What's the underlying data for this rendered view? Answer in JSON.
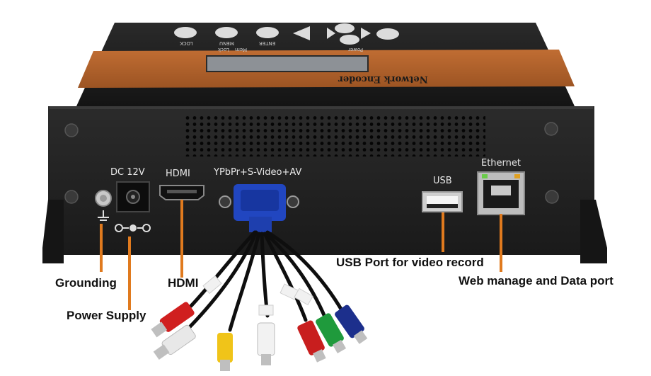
{
  "device": {
    "brand_text": "Network Encoder",
    "top_buttons": [
      "LOCK",
      "MENU",
      "ENTER"
    ],
    "top_small_labels": [
      "Mem",
      "Lock",
      "Power"
    ],
    "ports": {
      "dc": "DC 12V",
      "hdmi": "HDMI",
      "component": "YPbPr+S-Video+AV",
      "usb": "USB",
      "ethernet": "Ethernet"
    }
  },
  "callouts": {
    "grounding": "Grounding",
    "power_supply": "Power Supply",
    "hdmi": "HDMI",
    "usb": "USB Port for video record",
    "web": "Web manage and Data port"
  },
  "colors": {
    "pointer": "#e07a1e",
    "chassis": "#1e1e1e",
    "faceplate": "#b0622c"
  }
}
